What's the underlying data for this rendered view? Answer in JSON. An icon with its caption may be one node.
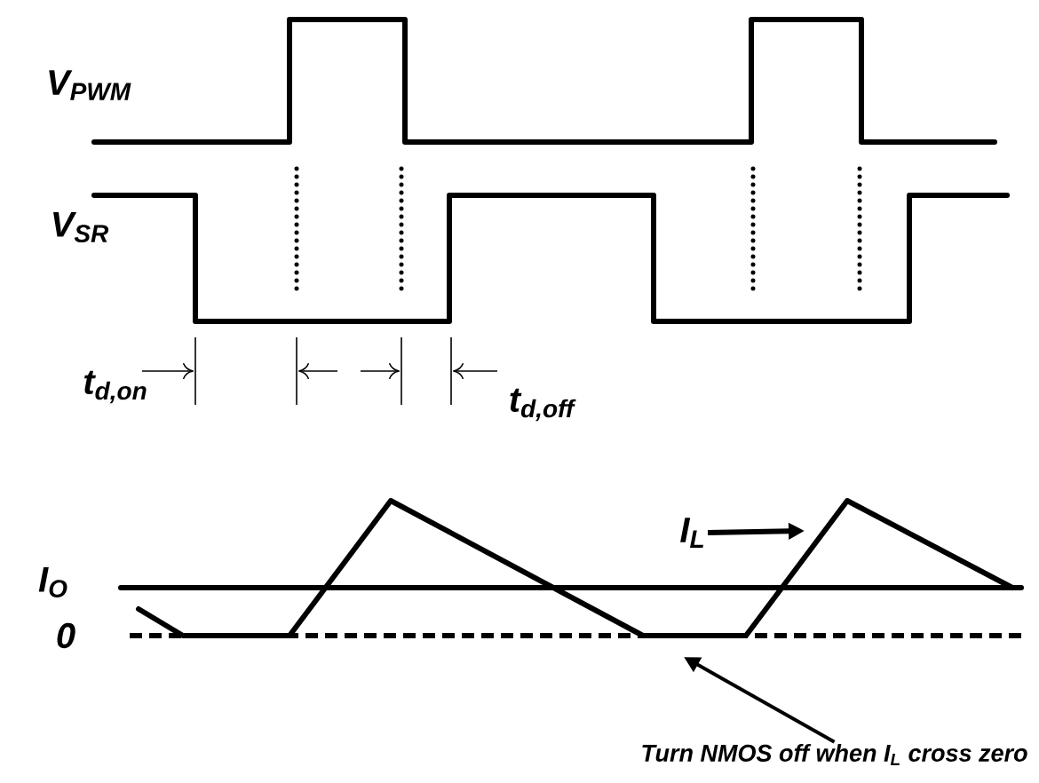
{
  "diagram": {
    "nodes": [
      {
        "text": [
          "I$_{L}$"
        ]
      },
      {
        "text": [
          "Turn NMOS off when I$_{L}$ cross zero"
        ]
      }
    ],
    "edges": [
      {
        "from": 0,
        "to": null,
        "arrow": "to"
      },
      {
        "from": 1,
        "to": null,
        "arrow": "to"
      }
    ],
    "labels": [
      "V$_{PWM}$",
      "V$_{SR}$",
      "t$_{d,on}$",
      "t$_{d,off}$",
      "I$_{O}$",
      "0"
    ]
  }
}
